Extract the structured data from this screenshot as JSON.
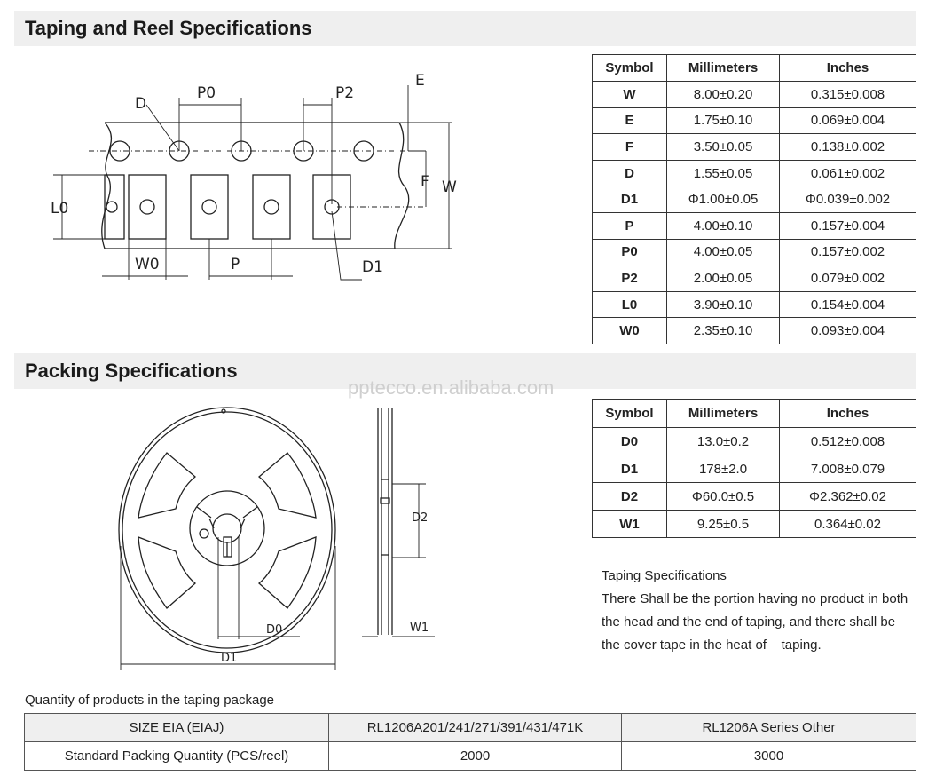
{
  "sections": {
    "taping_title": "Taping and Reel Specifications",
    "packing_title": "Packing Specifications"
  },
  "watermark": "pptecco.en.alibaba.com",
  "taping_drawing_labels": {
    "D": "D",
    "P0": "P0",
    "P2": "P2",
    "E": "E",
    "F": "F",
    "W": "W",
    "L0": "L0",
    "W0": "W0",
    "P": "P",
    "D1": "D1"
  },
  "reel_drawing_labels": {
    "D0": "D0",
    "D1": "D1",
    "D2": "D2",
    "W1": "W1"
  },
  "taping_table": {
    "headers": [
      "Symbol",
      "Millimeters",
      "Inches"
    ],
    "rows": [
      [
        "W",
        "8.00±0.20",
        "0.315±0.008"
      ],
      [
        "E",
        "1.75±0.10",
        "0.069±0.004"
      ],
      [
        "F",
        "3.50±0.05",
        "0.138±0.002"
      ],
      [
        "D",
        "1.55±0.05",
        "0.061±0.002"
      ],
      [
        "D1",
        "Φ1.00±0.05",
        "Φ0.039±0.002"
      ],
      [
        "P",
        "4.00±0.10",
        "0.157±0.004"
      ],
      [
        "P0",
        "4.00±0.05",
        "0.157±0.002"
      ],
      [
        "P2",
        "2.00±0.05",
        "0.079±0.002"
      ],
      [
        "L0",
        "3.90±0.10",
        "0.154±0.004"
      ],
      [
        "W0",
        "2.35±0.10",
        "0.093±0.004"
      ]
    ]
  },
  "packing_table": {
    "headers": [
      "Symbol",
      "Millimeters",
      "Inches"
    ],
    "rows": [
      [
        "D0",
        "13.0±0.2",
        "0.512±0.008"
      ],
      [
        "D1",
        "178±2.0",
        "7.008±0.079"
      ],
      [
        "D2",
        "Φ60.0±0.5",
        "Φ2.362±0.02"
      ],
      [
        "W1",
        "9.25±0.5",
        "0.364±0.02"
      ]
    ]
  },
  "taping_note": {
    "title": "Taping Specifications",
    "body": "There Shall be the portion having no product in both the head and the end of taping, and there shall be the cover tape in the heat of    taping."
  },
  "quantity": {
    "caption": "Quantity of products in the taping package",
    "rows": [
      [
        "SIZE EIA (EIAJ)",
        "RL1206A201/241/271/391/431/471K",
        "RL1206A Series Other"
      ],
      [
        "Standard Packing Quantity (PCS/reel)",
        "2000",
        "3000"
      ]
    ]
  }
}
